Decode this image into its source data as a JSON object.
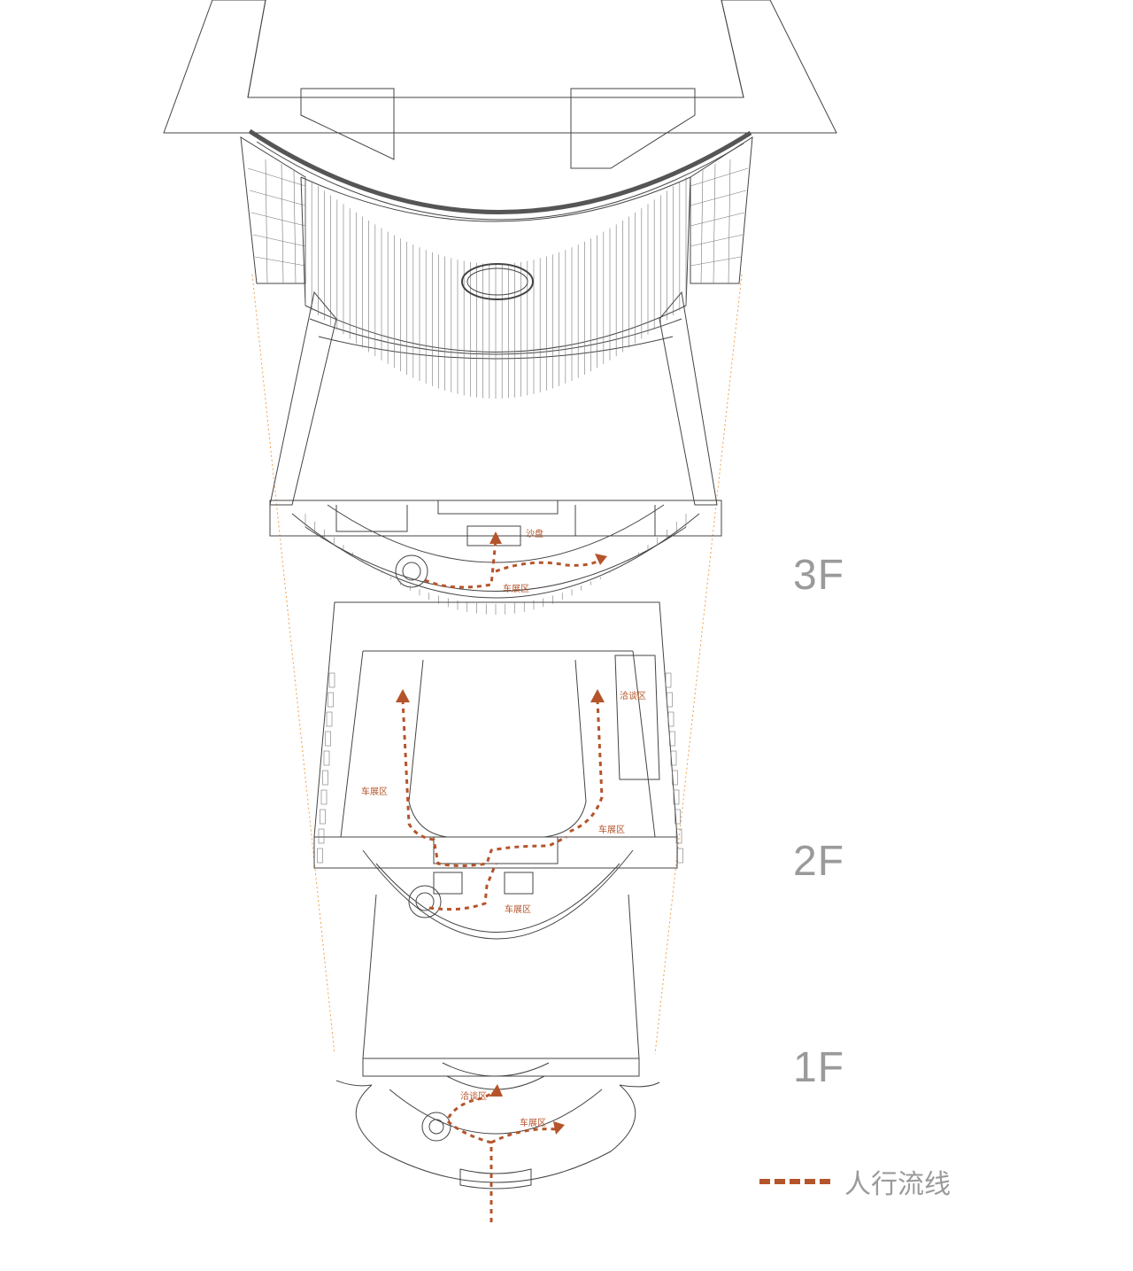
{
  "floors": {
    "f3": "3F",
    "f2": "2F",
    "f1": "1F"
  },
  "zones": {
    "sand_table": "沙盘",
    "car_show_3f": "车展区",
    "negotiation_2f": "洽谈区",
    "car_show_2f_left": "车展区",
    "car_show_2f_right": "车展区",
    "car_show_2f_front": "车展区",
    "negotiation_1f": "洽谈区",
    "car_show_1f": "车展区"
  },
  "legend": {
    "label": "人行流线"
  },
  "colors": {
    "route": "#b5542a",
    "label_gray": "#9a9a9a",
    "guide": "#f0a050",
    "line": "#444444"
  }
}
